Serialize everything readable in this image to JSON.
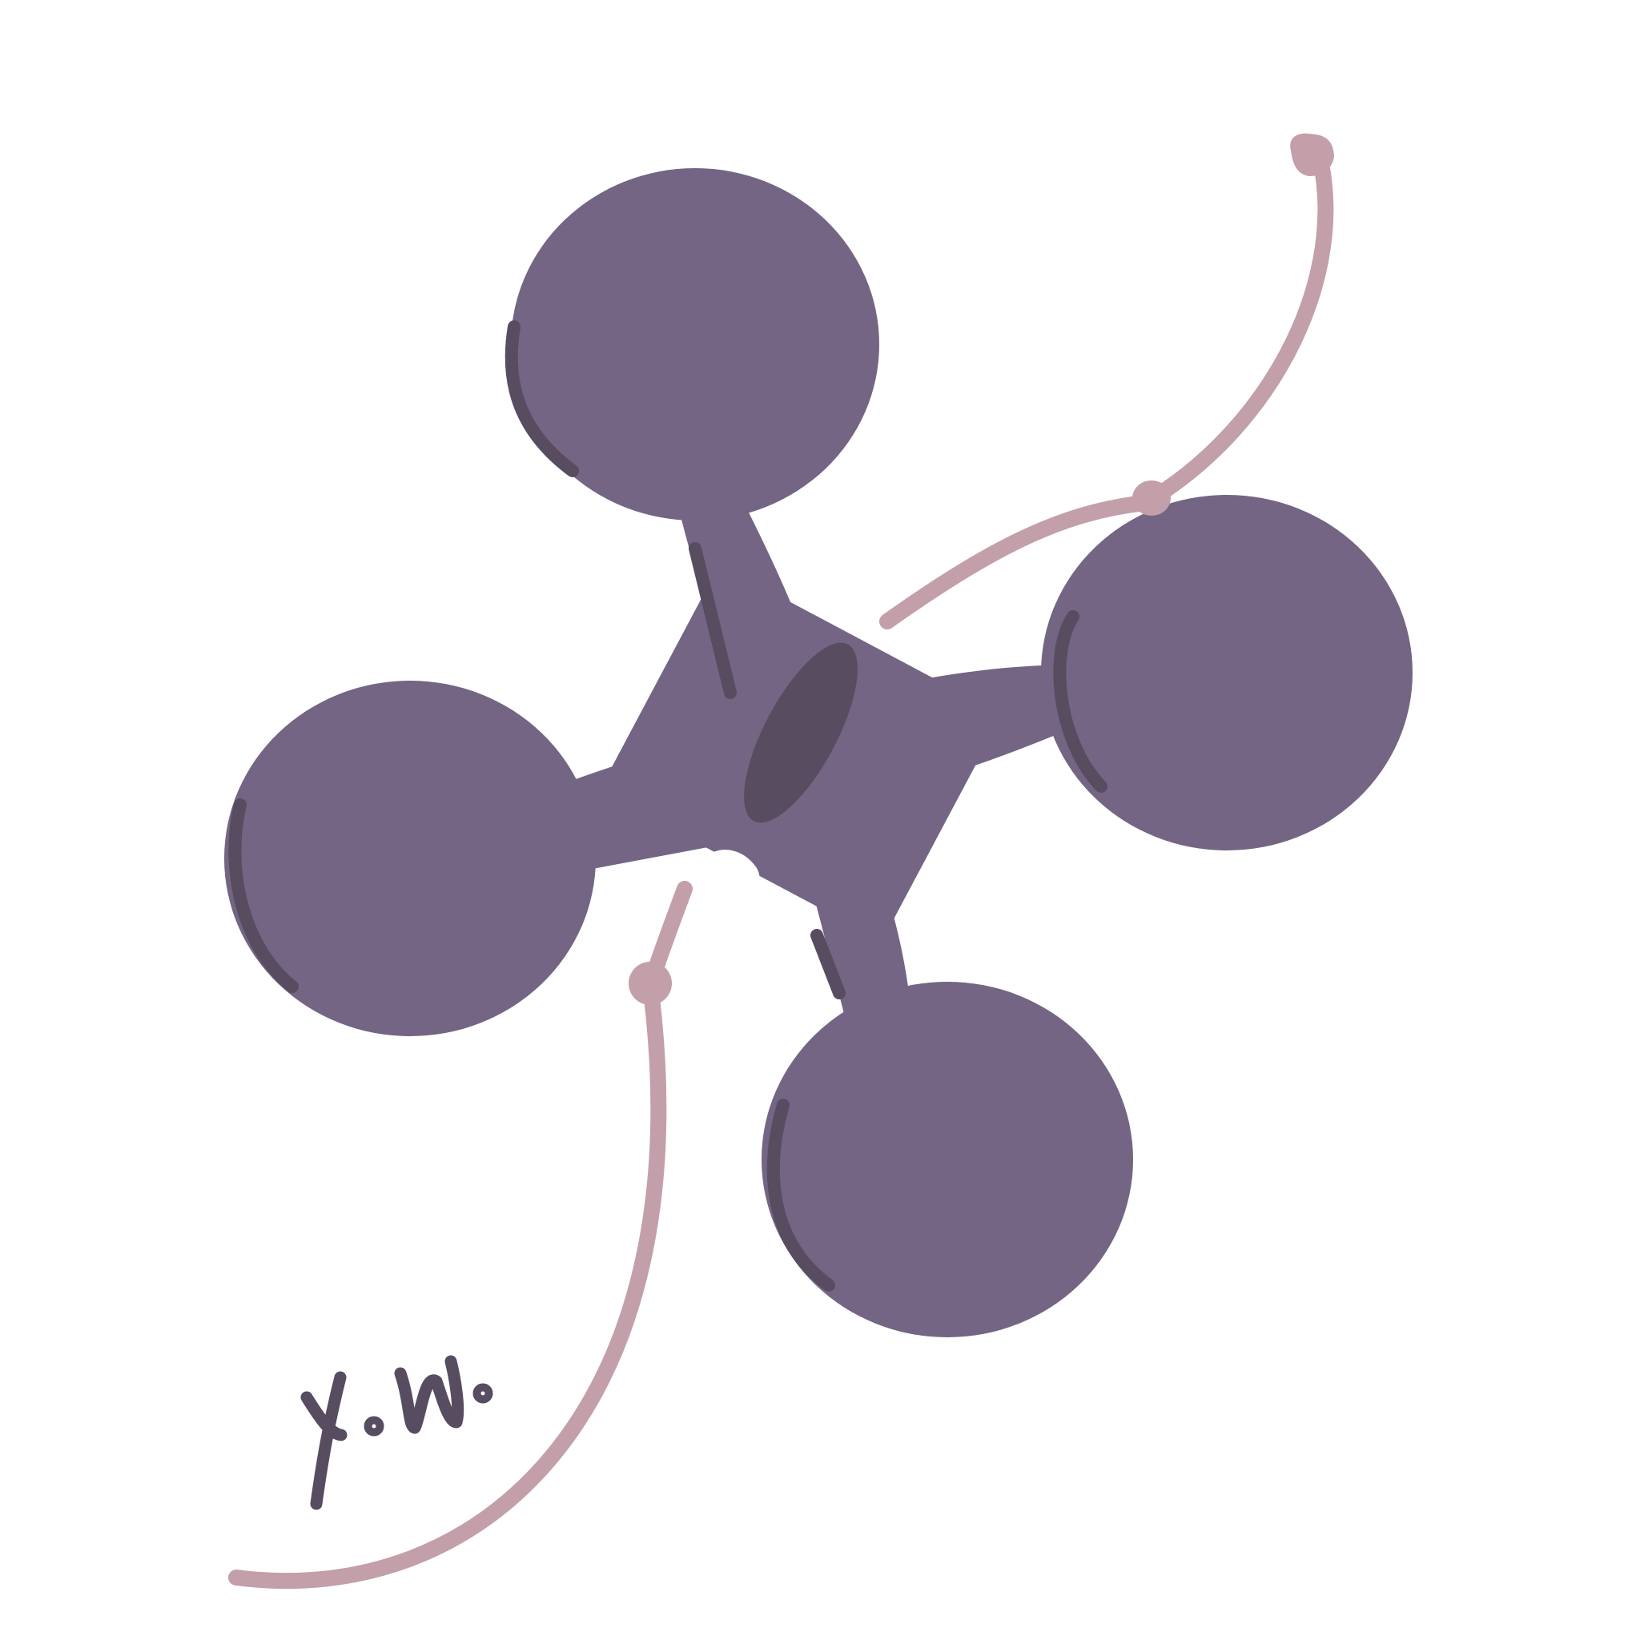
{
  "illustration": {
    "subject": "drone",
    "signature_text": "Y.W.",
    "colors": {
      "background": "#ffffff",
      "body": "#736583",
      "shadow_stroke": "#574c60",
      "cord": "#c39fa9",
      "highlight": "#ffffff"
    },
    "icons": [
      "rotor-disc",
      "drone-body",
      "cord",
      "signature"
    ]
  }
}
